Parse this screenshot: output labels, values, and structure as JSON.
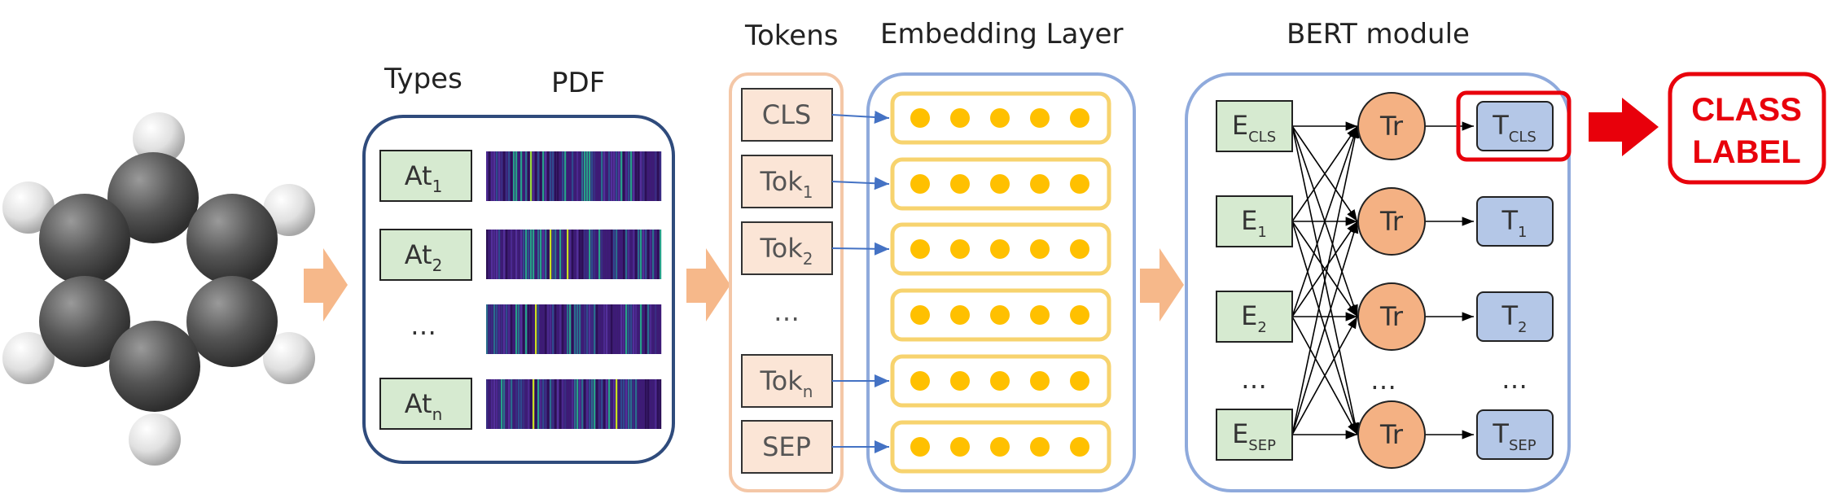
{
  "headers": {
    "types": "Types",
    "pdf": "PDF",
    "tokens": "Tokens",
    "embedding": "Embedding Layer",
    "bert": "BERT module"
  },
  "atoms": [
    {
      "base": "At",
      "sub": "1"
    },
    {
      "base": "At",
      "sub": "2"
    },
    {
      "base": "…",
      "sub": ""
    },
    {
      "base": "At",
      "sub": "n"
    }
  ],
  "tokens": [
    {
      "base": "CLS",
      "sub": ""
    },
    {
      "base": "Tok",
      "sub": "1"
    },
    {
      "base": "Tok",
      "sub": "2"
    },
    {
      "base": "…",
      "sub": ""
    },
    {
      "base": "Tok",
      "sub": "n"
    },
    {
      "base": "SEP",
      "sub": ""
    }
  ],
  "bert_inputs": [
    {
      "base": "E",
      "sub": "CLS"
    },
    {
      "base": "E",
      "sub": "1"
    },
    {
      "base": "E",
      "sub": "2"
    },
    {
      "base": "…",
      "sub": ""
    },
    {
      "base": "E",
      "sub": "SEP"
    }
  ],
  "transformer_label": "Tr",
  "transformer_gap": "…",
  "bert_outputs": [
    {
      "base": "T",
      "sub": "CLS"
    },
    {
      "base": "T",
      "sub": "1"
    },
    {
      "base": "T",
      "sub": "2"
    },
    {
      "base": "…",
      "sub": ""
    },
    {
      "base": "T",
      "sub": "SEP"
    }
  ],
  "output": {
    "line1": "CLASS",
    "line2": "LABEL"
  },
  "colors": {
    "green_fill": "#d6ead0",
    "token_fill": "#fbe5d6",
    "token_border": "#f4c7a7",
    "embed_border": "#8faadc",
    "embed_row": "#f7d36e",
    "dot": "#ffc000",
    "tr_fill": "#f4b183",
    "out_fill": "#b4c7e7",
    "arrow_orange": "#f6b88a",
    "red": "#e8000b",
    "dark_blue": "#2f4b7c"
  }
}
